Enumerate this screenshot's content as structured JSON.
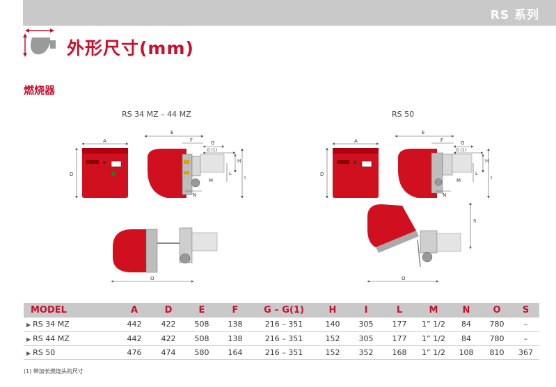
{
  "header": {
    "series": "RS 系列"
  },
  "title": "外形尺寸(mm)",
  "section": "燃烧器",
  "drawings": {
    "left_caption": "RS 34 MZ – 44 MZ",
    "right_caption": "RS 50",
    "labels": {
      "A": "A",
      "D": "D",
      "E": "E",
      "F": "F",
      "G": "G",
      "G1": "G (1)",
      "H": "H",
      "I": "I",
      "L": "L",
      "M": "M",
      "N": "N",
      "O": "O",
      "S": "S"
    }
  },
  "table": {
    "headers": [
      "MODEL",
      "A",
      "D",
      "E",
      "F",
      "G – G(1)",
      "H",
      "I",
      "L",
      "M",
      "N",
      "O",
      "S"
    ],
    "rows": [
      [
        "RS 34 MZ",
        "442",
        "422",
        "508",
        "138",
        "216 – 351",
        "140",
        "305",
        "177",
        "1” 1/2",
        "84",
        "780",
        "–"
      ],
      [
        "RS 44 MZ",
        "442",
        "422",
        "508",
        "138",
        "216 – 351",
        "152",
        "305",
        "177",
        "1” 1/2",
        "84",
        "780",
        "–"
      ],
      [
        "RS 50",
        "476",
        "474",
        "580",
        "164",
        "216 – 351",
        "152",
        "352",
        "168",
        "1” 1/2",
        "108",
        "810",
        "367"
      ]
    ]
  },
  "footnote": "(1) 带加长燃烧头的尺寸",
  "colors": {
    "accent": "#c8102e",
    "header_gray": "#c9c9c9",
    "burner_red": "#d0101f"
  },
  "icons": {
    "title": "dimension-arrows-icon",
    "row_marker": "triangle-right-icon"
  }
}
